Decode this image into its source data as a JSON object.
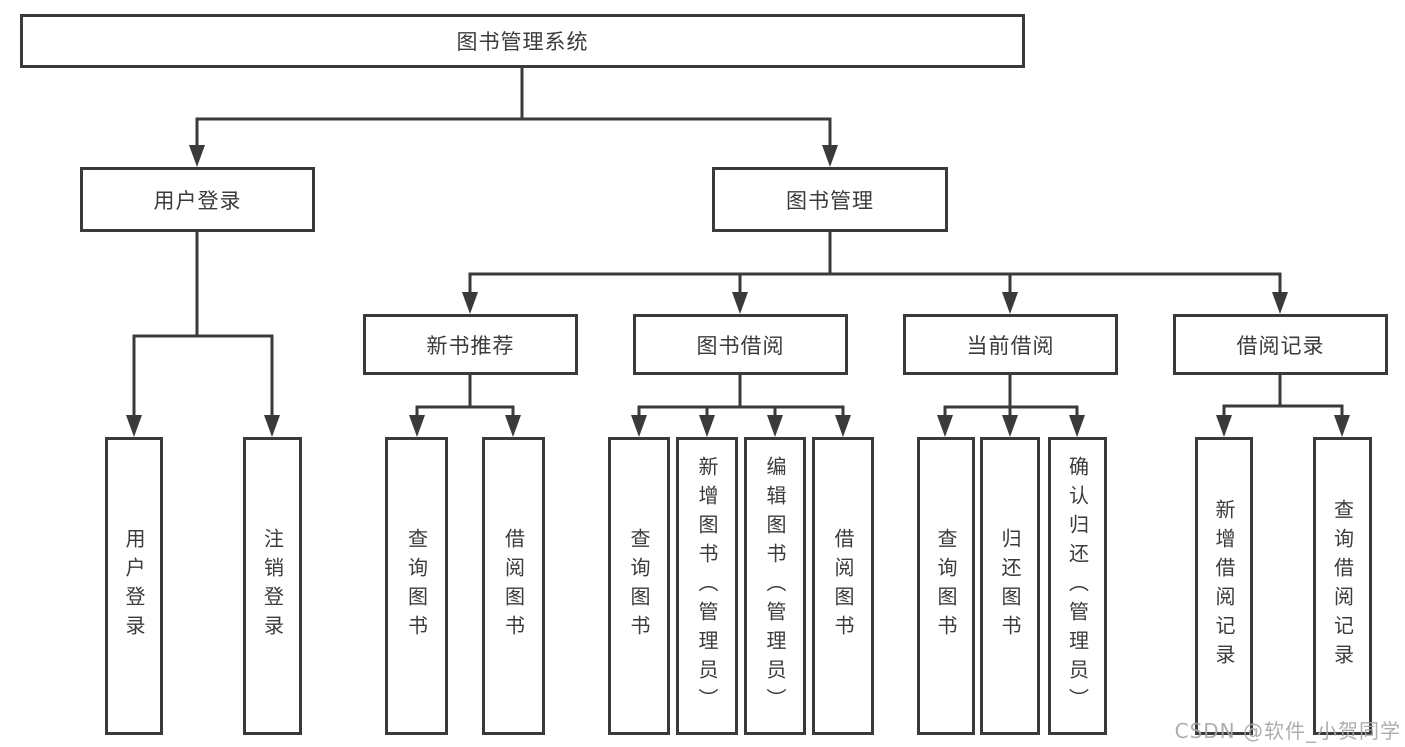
{
  "watermark": "CSDN @软件_小贺同学",
  "colors": {
    "line": "#3a3a3a",
    "box_border": "#3a3a3a",
    "box_fill": "#ffffff",
    "text": "#3b3b3b",
    "watermark": "#a7a7a7"
  },
  "tree": {
    "label": "图书管理系统",
    "children": [
      {
        "label": "用户登录",
        "children": [
          {
            "label": "用户登录"
          },
          {
            "label": "注销登录"
          }
        ]
      },
      {
        "label": "图书管理",
        "children": [
          {
            "label": "新书推荐",
            "children": [
              {
                "label": "查询图书"
              },
              {
                "label": "借阅图书"
              }
            ]
          },
          {
            "label": "图书借阅",
            "children": [
              {
                "label": "查询图书"
              },
              {
                "label": "新增图书（管理员）"
              },
              {
                "label": "编辑图书（管理员）"
              },
              {
                "label": "借阅图书"
              }
            ]
          },
          {
            "label": "当前借阅",
            "children": [
              {
                "label": "查询图书"
              },
              {
                "label": "归还图书"
              },
              {
                "label": "确认归还（管理员）"
              }
            ]
          },
          {
            "label": "借阅记录",
            "children": [
              {
                "label": "新增借阅记录"
              },
              {
                "label": "查询借阅记录"
              }
            ]
          }
        ]
      }
    ]
  }
}
